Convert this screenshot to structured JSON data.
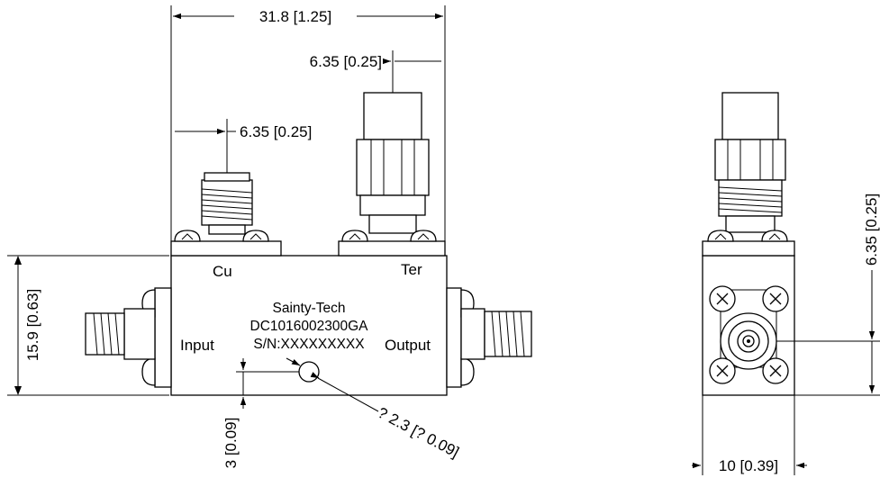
{
  "dimensions": {
    "overall_width": "31.8 [1.25]",
    "ter_offset": "6.35 [0.25]",
    "cu_offset": "6.35 [0.25]",
    "body_height": "15.9 [0.63]",
    "hole_offset": "3 [0.09]",
    "hole_diameter": "? 2.3 [? 0.09]",
    "side_width": "10 [0.39]",
    "side_height": "6.35 [0.25]"
  },
  "labels": {
    "cu": "Cu",
    "ter": "Ter",
    "input": "Input",
    "output": "Output"
  },
  "body_text": {
    "brand": "Sainty-Tech",
    "model": "DC1016002300GA",
    "serial": "S/N:XXXXXXXXX"
  },
  "colors": {
    "ink": "#000000",
    "paper": "#ffffff"
  }
}
